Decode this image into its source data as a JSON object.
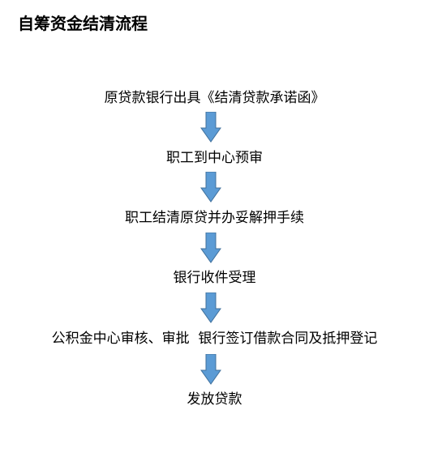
{
  "title": "自筹资金结清流程",
  "steps": [
    "原贷款银行出具《结清贷款承诺函》",
    "职工到中心预审",
    "职工结清原贷并办妥解押手续",
    "银行收件受理",
    "公积金中心审核、审批  银行签订借款合同及抵押登记",
    "发放贷款"
  ],
  "colors": {
    "arrow_fill": "#5b9bd5",
    "arrow_stroke": "#41719c"
  }
}
